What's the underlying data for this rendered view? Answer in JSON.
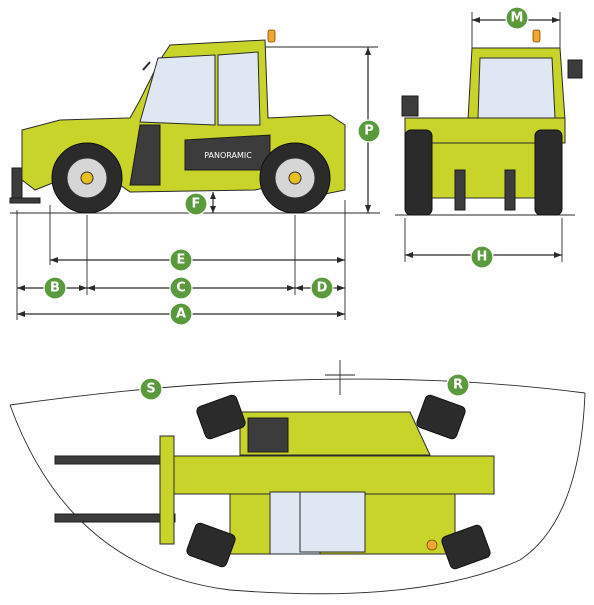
{
  "labels": {
    "A": "A",
    "B": "B",
    "C": "C",
    "D": "D",
    "E": "E",
    "F": "F",
    "P": "P",
    "M": "M",
    "H": "H",
    "S": "S",
    "R": "R"
  },
  "brand_text": "PANORAMIC",
  "colors": {
    "label_green": "#5a9a3c",
    "body": "#c8d42a",
    "dark": "#3c3c3c",
    "beacon": "#f0a830"
  }
}
